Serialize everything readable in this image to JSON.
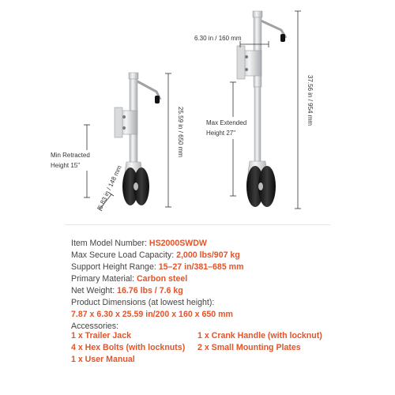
{
  "dimensions": {
    "left_height": "25.59 in / 650 mm",
    "left_width": "5.83 in / 148 mm",
    "left_label": "Min Retracted Height 15\"",
    "right_width": "6.30 in / 160 mm",
    "right_height": "37.56 in / 954 mm",
    "right_label": "Max Extended Height 27\""
  },
  "specs": {
    "model_label": "Item Model Number: ",
    "model_value": "HS2000SWDW",
    "load_label": "Max Secure Load Capacity: ",
    "load_value": "2,000 lbs/907 kg",
    "height_label": "Support Height Range: ",
    "height_value": "15–27 in/381–685 mm",
    "material_label": "Primary Material: ",
    "material_value": "Carbon steel",
    "weight_label": "Net Weight: ",
    "weight_value": "16.76 lbs / 7.6 kg",
    "dims_label": "Product Dimensions (at lowest height):",
    "dims_value": "7.87 x 6.30 x 25.59 in/200 x 160 x 650 mm",
    "accessories_label": "Accessories:",
    "accessories": [
      "1 x Trailer Jack",
      "1 x Crank Handle (with locknut)",
      "4 x Hex Bolts (with locknuts)",
      "2 x Small Mounting Plates",
      "1 x User Manual"
    ]
  },
  "colors": {
    "accent": "#e2542a",
    "text": "#444444"
  }
}
